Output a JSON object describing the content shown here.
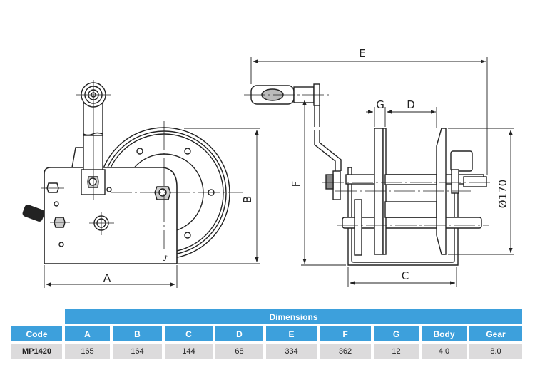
{
  "drawing": {
    "dimension_labels": {
      "A": "A",
      "B": "B",
      "C": "C",
      "D": "D",
      "E": "E",
      "F": "F",
      "G": "G",
      "diameter": "Ø170"
    }
  },
  "table": {
    "group_header": "Dimensions",
    "columns": [
      "Code",
      "A",
      "B",
      "C",
      "D",
      "E",
      "F",
      "G",
      "Body",
      "Gear"
    ],
    "rows": [
      [
        "MP1420",
        "165",
        "164",
        "144",
        "68",
        "334",
        "362",
        "12",
        "4.0",
        "8.0"
      ]
    ]
  }
}
